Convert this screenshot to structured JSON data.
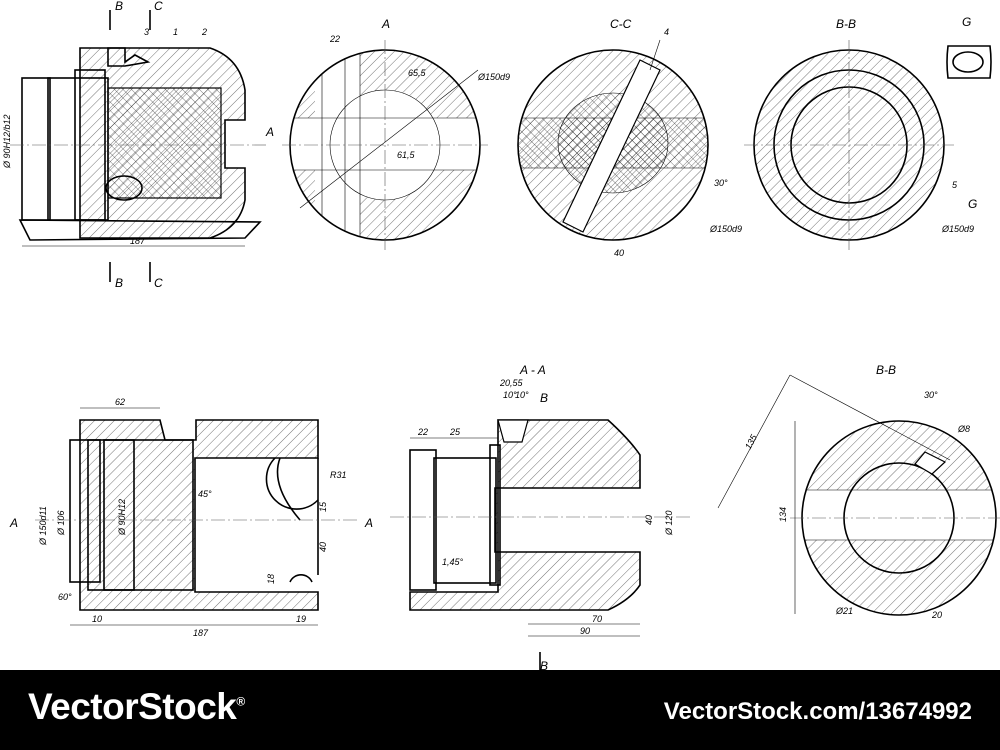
{
  "labels": {
    "v1_sec_b_top": "B",
    "v1_sec_c_top": "C",
    "v1_sec_b_bot": "B",
    "v1_sec_c_bot": "C",
    "v1_ref3": "3",
    "v1_ref1": "1",
    "v1_ref2": "2",
    "v1_diam": "Ø 90H12/b12",
    "v1_len": "187",
    "v1_view_a": "A",
    "v2_title": "A",
    "v2_d22": "22",
    "v2_d655": "65,5",
    "v2_d615": "61,5",
    "v2_diam": "Ø150d9",
    "v3_title": "C-C",
    "v3_ref4": "4",
    "v3_d40": "40",
    "v4_title": "B-B",
    "v4_angle": "30°",
    "v4_ref5": "5",
    "v4_g": "G",
    "v4_diam_left": "Ø150d9",
    "v4_diam_right": "Ø150d9",
    "v5_title": "G",
    "v6_d62": "62",
    "v6_d150": "Ø 150d11",
    "v6_d106": "Ø 106",
    "v6_d90": "Ø 90H12",
    "v6_ang45": "45°",
    "v6_r31": "R31",
    "v6_d15": "15",
    "v6_d40": "40",
    "v6_d18": "18",
    "v6_ang60": "60°",
    "v6_d10": "10",
    "v6_d187": "187",
    "v6_d19": "19",
    "v6_sec_a_left": "A",
    "v6_sec_a_right": "A",
    "v7_title": "A - A",
    "v7_d2055": "20,55",
    "v7_d10a": "10°",
    "v7_d10b": "10°",
    "v7_sec_b_top": "B",
    "v7_sec_b_bot": "B",
    "v7_d22": "22",
    "v7_d25": "25",
    "v7_d40": "40",
    "v7_d120": "Ø 120",
    "v7_chamfer": "1,45°",
    "v7_d70": "70",
    "v7_d90": "90",
    "v8_title": "B-B",
    "v8_ang30": "30°",
    "v8_d8": "Ø8",
    "v8_d135": "135",
    "v8_d134": "134",
    "v8_d21": "Ø21",
    "v8_d20": "20"
  },
  "footer": {
    "brand": "VectorStock",
    "brand_mark": "®",
    "stock_id": "VectorStock.com/13674992"
  }
}
